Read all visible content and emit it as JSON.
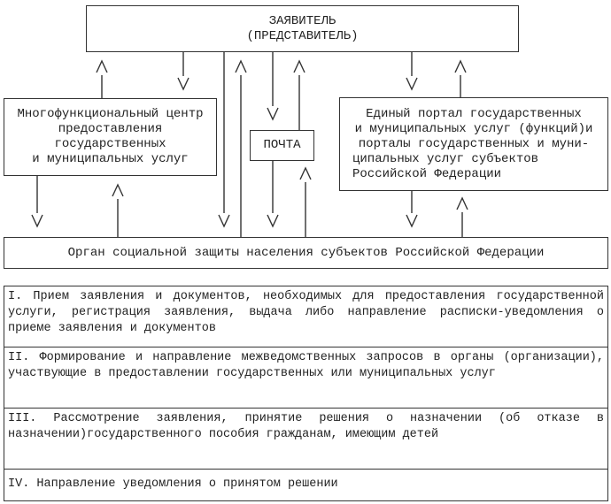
{
  "diagram": {
    "applicant": {
      "line1": "ЗАЯВИТЕЛЬ",
      "line2": "(ПРЕДСТАВИТЕЛЬ)"
    },
    "mfc": {
      "lines": [
        "Многофункциональный центр",
        "предоставления",
        "государственных",
        "и муниципальных услуг"
      ]
    },
    "post": {
      "label": "ПОЧТА"
    },
    "portal": {
      "lines": [
        "Единый портал государственных",
        "и муниципальных услуг (функций)и",
        "порталы государственных и муни-",
        "ципальных услуг субъектов",
        "Российской Федерации"
      ]
    },
    "authority": {
      "label": "Орган социальной защиты населения субъектов Российской Федерации"
    },
    "steps": [
      {
        "text": "I.  Прием заявления и документов, необходимых для предоставления государственной услуги, регистрация заявления, выдача либо направление расписки-уведомления о приеме заявления и документов"
      },
      {
        "text": "II.  Формирование и направление межведомственных запросов в органы (организации), участвующие в предоставлении государственных или муниципальных услуг"
      },
      {
        "text": "III. Рассмотрение заявления, принятие решения о назначении (об отказе в назначении)государственного пособия гражданам, имеющим детей"
      },
      {
        "text": "IV. Направление уведомления о принятом решении"
      }
    ]
  }
}
